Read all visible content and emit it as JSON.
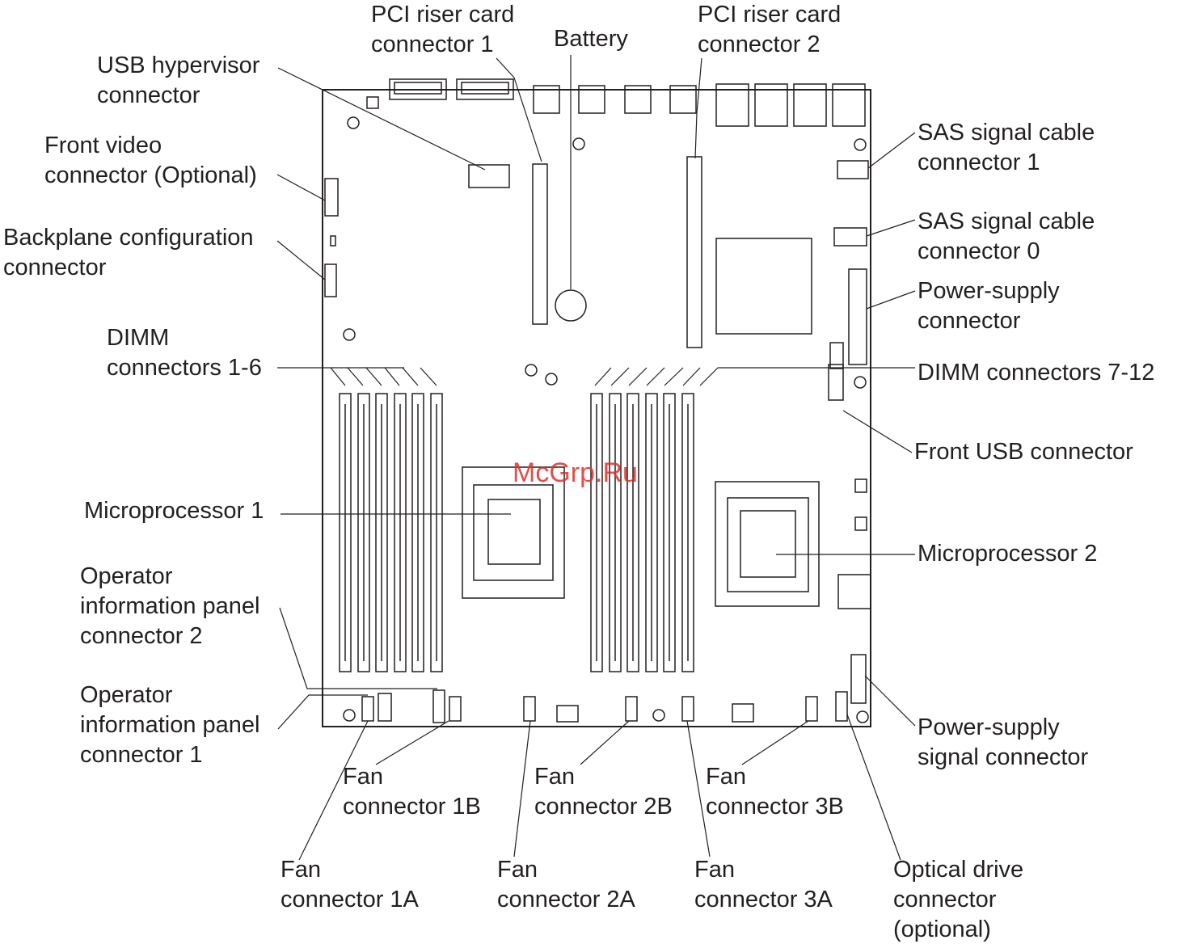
{
  "watermark": "McGrp.Ru",
  "labels": {
    "pci_riser_1": [
      "PCI riser card",
      "connector 1"
    ],
    "battery": [
      "Battery"
    ],
    "pci_riser_2": [
      "PCI riser card",
      "connector 2"
    ],
    "usb_hypervisor": [
      "USB hypervisor",
      "connector"
    ],
    "front_video": [
      "Front video",
      "connector (Optional)"
    ],
    "backplane_config": [
      "Backplane configuration",
      "connector"
    ],
    "dimm_1_6": [
      "DIMM",
      "connectors 1-6"
    ],
    "microprocessor_1": [
      "Microprocessor 1"
    ],
    "op_panel_2": [
      "Operator",
      "information panel",
      "connector 2"
    ],
    "op_panel_1": [
      "Operator",
      "information panel",
      "connector 1"
    ],
    "sas_1": [
      "SAS signal cable",
      "connector 1"
    ],
    "sas_0": [
      "SAS signal cable",
      "connector 0"
    ],
    "power_supply": [
      "Power-supply",
      "connector"
    ],
    "dimm_7_12": [
      "DIMM connectors 7-12"
    ],
    "front_usb": [
      "Front USB connector"
    ],
    "microprocessor_2": [
      "Microprocessor 2"
    ],
    "ps_signal": [
      "Power-supply",
      "signal connector"
    ],
    "fan_1b": [
      "Fan",
      "connector 1B"
    ],
    "fan_2b": [
      "Fan",
      "connector 2B"
    ],
    "fan_3b": [
      "Fan",
      "connector 3B"
    ],
    "fan_1a": [
      "Fan",
      "connector 1A"
    ],
    "fan_2a": [
      "Fan",
      "connector 2A"
    ],
    "fan_3a": [
      "Fan",
      "connector 3A"
    ],
    "optical_drive": [
      "Optical drive",
      "connector",
      "(optional)"
    ]
  }
}
